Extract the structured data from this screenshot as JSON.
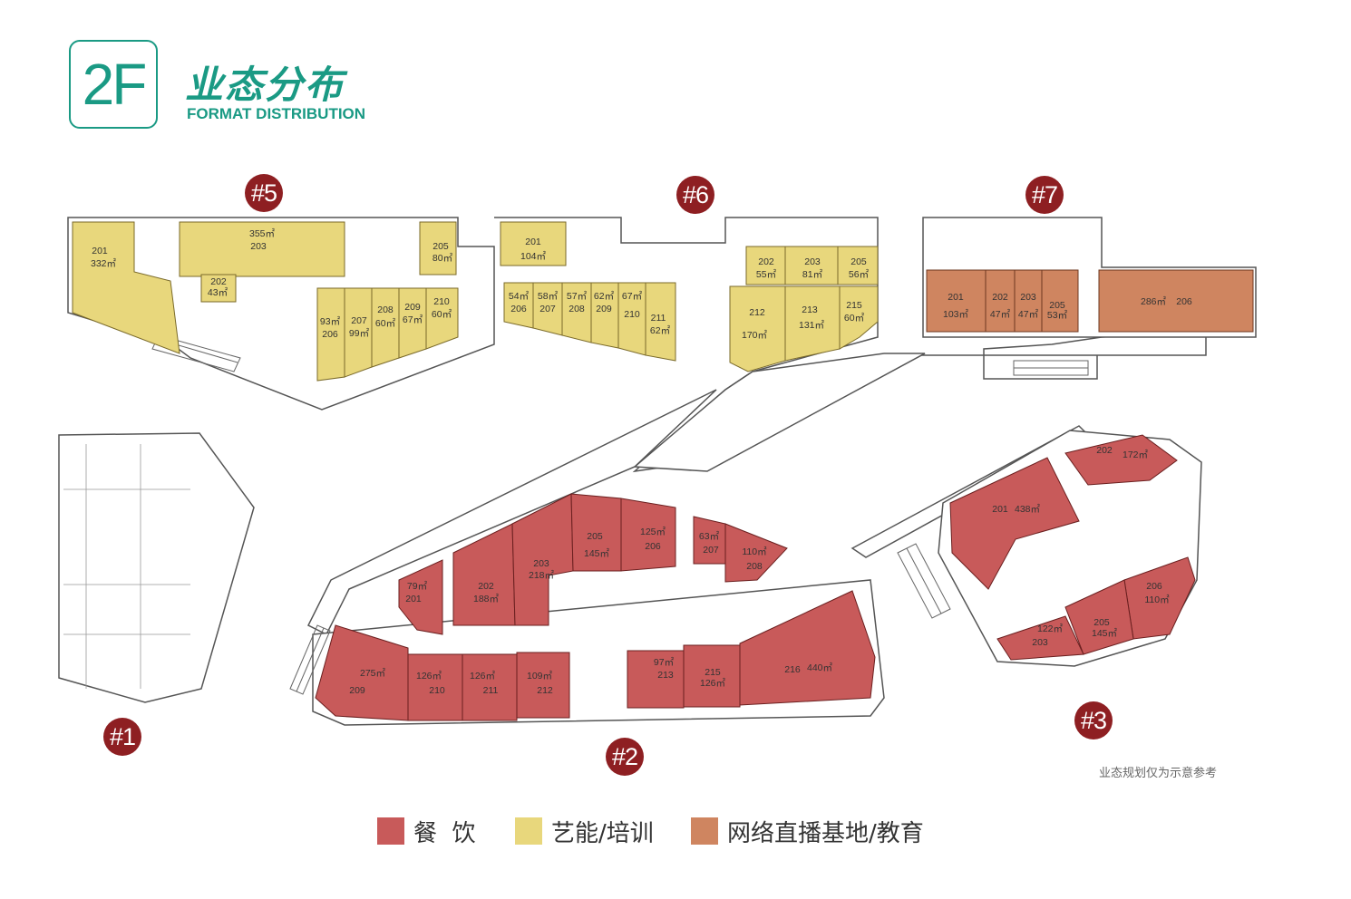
{
  "header": {
    "floor": "2F",
    "title_cn": "业态分布",
    "title_en": "FORMAT DISTRIBUTION"
  },
  "colors": {
    "brand": "#1a9a84",
    "tag": "#8e1f22",
    "dining": "#c85a5a",
    "arts": "#e8d77c",
    "live": "#cf8560"
  },
  "buildings": {
    "b1": "#1",
    "b2": "#2",
    "b3": "#3",
    "b5": "#5",
    "b6": "#6",
    "b7": "#7"
  },
  "units": {
    "b5": [
      {
        "num": "201",
        "area": "332㎡"
      },
      {
        "num": "203",
        "area": "355㎡"
      },
      {
        "num": "202",
        "area": "43㎡"
      },
      {
        "num": "205",
        "area": "80㎡"
      },
      {
        "num": "206",
        "area": "93㎡"
      },
      {
        "num": "207",
        "area": "99㎡"
      },
      {
        "num": "208",
        "area": "60㎡"
      },
      {
        "num": "209",
        "area": "67㎡"
      },
      {
        "num": "210",
        "area": "60㎡"
      }
    ],
    "b6": [
      {
        "num": "201",
        "area": "104㎡"
      },
      {
        "num": "206",
        "area": "54㎡"
      },
      {
        "num": "207",
        "area": "58㎡"
      },
      {
        "num": "208",
        "area": "57㎡"
      },
      {
        "num": "209",
        "area": "62㎡"
      },
      {
        "num": "210",
        "area": "67㎡"
      },
      {
        "num": "211",
        "area": "62㎡"
      },
      {
        "num": "202",
        "area": "55㎡"
      },
      {
        "num": "203",
        "area": "81㎡"
      },
      {
        "num": "205",
        "area": "56㎡"
      },
      {
        "num": "212",
        "area": "170㎡"
      },
      {
        "num": "213",
        "area": "131㎡"
      },
      {
        "num": "215",
        "area": "60㎡"
      }
    ],
    "b7": [
      {
        "num": "201",
        "area": "103㎡"
      },
      {
        "num": "202",
        "area": "47㎡"
      },
      {
        "num": "203",
        "area": "47㎡"
      },
      {
        "num": "205",
        "area": "53㎡"
      },
      {
        "num": "206",
        "area": "286㎡"
      }
    ],
    "b2": [
      {
        "num": "201",
        "area": "79㎡"
      },
      {
        "num": "202",
        "area": "188㎡"
      },
      {
        "num": "203",
        "area": "218㎡"
      },
      {
        "num": "205",
        "area": "145㎡"
      },
      {
        "num": "206",
        "area": "125㎡"
      },
      {
        "num": "207",
        "area": "63㎡"
      },
      {
        "num": "208",
        "area": "110㎡"
      },
      {
        "num": "209",
        "area": "275㎡"
      },
      {
        "num": "210",
        "area": "126㎡"
      },
      {
        "num": "211",
        "area": "126㎡"
      },
      {
        "num": "212",
        "area": "109㎡"
      },
      {
        "num": "213",
        "area": "97㎡"
      },
      {
        "num": "215",
        "area": "126㎡"
      },
      {
        "num": "216",
        "area": "440㎡"
      }
    ],
    "b3": [
      {
        "num": "202",
        "area": "172㎡"
      },
      {
        "num": "201",
        "area": "438㎡"
      },
      {
        "num": "206",
        "area": "110㎡"
      },
      {
        "num": "205",
        "area": "145㎡"
      },
      {
        "num": "203",
        "area": "122㎡"
      }
    ]
  },
  "note": "业态规划仅为示意参考",
  "legend": [
    {
      "label": "餐  饮",
      "color": "#c85a5a"
    },
    {
      "label": "艺能/培训",
      "color": "#e8d77c"
    },
    {
      "label": "网络直播基地/教育",
      "color": "#cf8560"
    }
  ]
}
